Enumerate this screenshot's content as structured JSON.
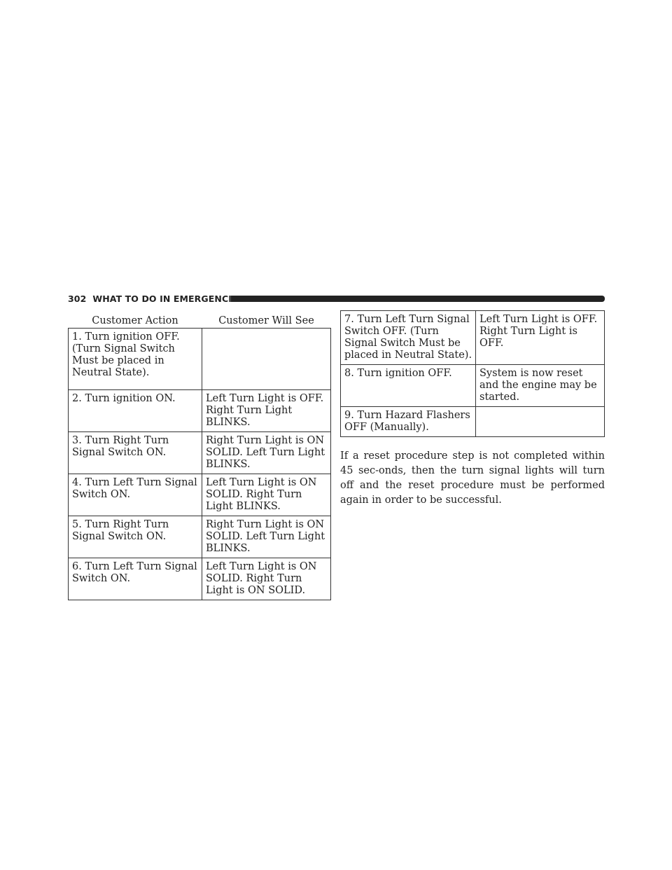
{
  "header": {
    "page_number": "302",
    "section": "WHAT TO DO IN EMERGENCIES"
  },
  "table_left": {
    "columns": [
      "Customer Action",
      "Customer Will See"
    ],
    "rows": [
      {
        "action": "1. Turn ignition OFF. (Turn Signal Switch Must be placed in Neutral State).",
        "see": ""
      },
      {
        "action": "2. Turn ignition ON.",
        "see": "Left Turn Light is OFF. Right Turn Light BLINKS."
      },
      {
        "action": "3. Turn Right Turn Signal Switch ON.",
        "see": "Right Turn Light is ON SOLID. Left Turn Light BLINKS."
      },
      {
        "action": "4. Turn Left Turn Signal Switch ON.",
        "see": "Left Turn Light is ON SOLID. Right Turn Light BLINKS."
      },
      {
        "action": "5. Turn Right Turn Signal Switch ON.",
        "see": "Right Turn Light is ON SOLID. Left Turn Light BLINKS."
      },
      {
        "action": "6. Turn Left Turn Signal Switch ON.",
        "see": "Left Turn Light is ON SOLID. Right Turn Light is ON SOLID."
      }
    ]
  },
  "table_right": {
    "rows": [
      {
        "action": "7. Turn Left Turn Signal Switch OFF. (Turn Signal Switch Must be placed in Neutral State).",
        "see": "Left Turn Light is OFF. Right Turn Light is OFF."
      },
      {
        "action": "8. Turn ignition OFF.",
        "see": "System is now reset and the engine may be started."
      },
      {
        "action": "9. Turn Hazard Flashers OFF (Manually).",
        "see": ""
      }
    ]
  },
  "paragraph": "If a reset procedure step is not completed within 45 sec-onds, then the turn signal lights will turn off and the reset procedure must be performed again in order to be successful."
}
